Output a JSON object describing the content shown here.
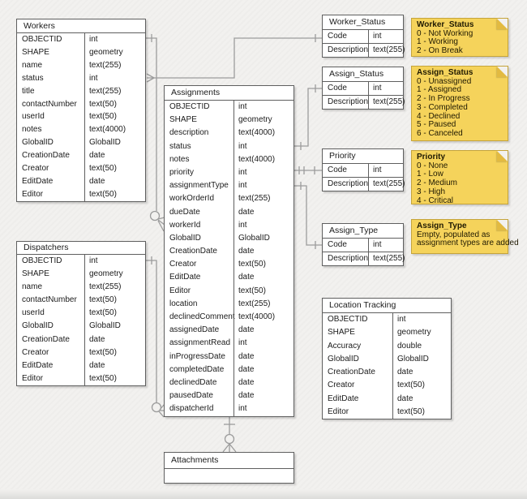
{
  "diagram": {
    "tables": {
      "workers": {
        "title": "Workers",
        "rows": [
          [
            "OBJECTID",
            "int"
          ],
          [
            "SHAPE",
            "geometry"
          ],
          [
            "name",
            "text(255)"
          ],
          [
            "status",
            "int"
          ],
          [
            "title",
            "text(255)"
          ],
          [
            "contactNumber",
            "text(50)"
          ],
          [
            "userId",
            "text(50)"
          ],
          [
            "notes",
            "text(4000)"
          ],
          [
            "GlobalID",
            "GlobalID"
          ],
          [
            "CreationDate",
            "date"
          ],
          [
            "Creator",
            "text(50)"
          ],
          [
            "EditDate",
            "date"
          ],
          [
            "Editor",
            "text(50)"
          ]
        ]
      },
      "dispatchers": {
        "title": "Dispatchers",
        "rows": [
          [
            "OBJECTID",
            "int"
          ],
          [
            "SHAPE",
            "geometry"
          ],
          [
            "name",
            "text(255)"
          ],
          [
            "contactNumber",
            "text(50)"
          ],
          [
            "userId",
            "text(50)"
          ],
          [
            "GlobalID",
            "GlobalID"
          ],
          [
            "CreationDate",
            "date"
          ],
          [
            "Creator",
            "text(50)"
          ],
          [
            "EditDate",
            "date"
          ],
          [
            "Editor",
            "text(50)"
          ]
        ]
      },
      "assignments": {
        "title": "Assignments",
        "rows": [
          [
            "OBJECTID",
            "int"
          ],
          [
            "SHAPE",
            "geometry"
          ],
          [
            "description",
            "text(4000)"
          ],
          [
            "status",
            "int"
          ],
          [
            "notes",
            "text(4000)"
          ],
          [
            "priority",
            "int"
          ],
          [
            "assignmentType",
            "int"
          ],
          [
            "workOrderId",
            "text(255)"
          ],
          [
            "dueDate",
            "date"
          ],
          [
            "workerId",
            "int"
          ],
          [
            "GlobalID",
            "GlobalID"
          ],
          [
            "CreationDate",
            "date"
          ],
          [
            "Creator",
            "text(50)"
          ],
          [
            "EditDate",
            "date"
          ],
          [
            "Editor",
            "text(50)"
          ],
          [
            "location",
            "text(255)"
          ],
          [
            "declinedComment",
            "text(4000)"
          ],
          [
            "assignedDate",
            "date"
          ],
          [
            "assignmentRead",
            "int"
          ],
          [
            "inProgressDate",
            "date"
          ],
          [
            "completedDate",
            "date"
          ],
          [
            "declinedDate",
            "date"
          ],
          [
            "pausedDate",
            "date"
          ],
          [
            "dispatcherId",
            "int"
          ]
        ]
      },
      "worker_status": {
        "title": "Worker_Status",
        "rows": [
          [
            "Code",
            "int"
          ],
          [
            "Description",
            "text(255)"
          ]
        ]
      },
      "assign_status": {
        "title": "Assign_Status",
        "rows": [
          [
            "Code",
            "int"
          ],
          [
            "Description",
            "text(255)"
          ]
        ]
      },
      "priority": {
        "title": "Priority",
        "rows": [
          [
            "Code",
            "int"
          ],
          [
            "Description",
            "text(255)"
          ]
        ]
      },
      "assign_type": {
        "title": "Assign_Type",
        "rows": [
          [
            "Code",
            "int"
          ],
          [
            "Description",
            "text(255)"
          ]
        ]
      },
      "location_tracking": {
        "title": "Location Tracking",
        "rows": [
          [
            "OBJECTID",
            "int"
          ],
          [
            "SHAPE",
            "geometry"
          ],
          [
            "Accuracy",
            "double"
          ],
          [
            "GlobalID",
            "GlobalID"
          ],
          [
            "CreationDate",
            "date"
          ],
          [
            "Creator",
            "text(50)"
          ],
          [
            "EditDate",
            "date"
          ],
          [
            "Editor",
            "text(50)"
          ]
        ]
      },
      "attachments": {
        "title": "Attachments",
        "rows": []
      }
    },
    "notes": {
      "worker_status": {
        "title": "Worker_Status",
        "lines": [
          "0 - Not Working",
          "1 - Working",
          "2 - On Break"
        ]
      },
      "assign_status": {
        "title": "Assign_Status",
        "lines": [
          "0 - Unassigned",
          "1 - Assigned",
          "2 - In Progress",
          "3 - Completed",
          "4 - Declined",
          "5 - Paused",
          "6 - Canceled"
        ]
      },
      "priority": {
        "title": "Priority",
        "lines": [
          "0 - None",
          "1 - Low",
          "2 - Medium",
          "3 - High",
          "4 - Critical"
        ]
      },
      "assign_type": {
        "title": "Assign_Type",
        "lines": [
          "Empty, populated as",
          "assignment types are added"
        ]
      }
    },
    "relationships": [
      {
        "from": "Workers.OBJECTID",
        "to": "Assignments.workerId",
        "from_end": "one",
        "to_end": "zero-or-many"
      },
      {
        "from": "Worker_Status.Code",
        "to": "Workers.status",
        "from_end": "one",
        "to_end": "many"
      },
      {
        "from": "Assign_Status.Code",
        "to": "Assignments.status",
        "from_end": "one",
        "to_end": "one"
      },
      {
        "from": "Priority.Code",
        "to": "Assignments.priority",
        "from_end": "one",
        "to_end": "one"
      },
      {
        "from": "Assign_Type.Code",
        "to": "Assignments.assignmentType",
        "from_end": "one",
        "to_end": "one"
      },
      {
        "from": "Dispatchers.OBJECTID",
        "to": "Assignments.dispatcherId",
        "from_end": "one",
        "to_end": "zero-or-many"
      },
      {
        "from": "Assignments",
        "to": "Attachments",
        "from_end": "one",
        "to_end": "zero-or-many"
      }
    ],
    "colors": {
      "background": "#F2F1EF",
      "table_border": "#5F5F5F",
      "connector": "#9C9C9C",
      "note_fill": "#F5D35B",
      "note_fold": "#E2BA41"
    }
  }
}
